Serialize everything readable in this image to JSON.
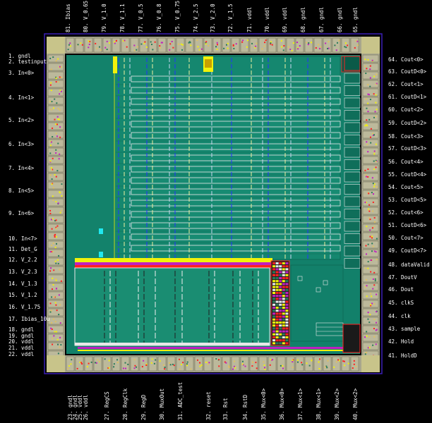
{
  "pins_left": [
    "1. gndl",
    "2. testinput",
    "3. In<0>",
    "4. In<1>",
    "5. In<2>",
    "6. In<3>",
    "7. In<4>",
    "8. In<5>",
    "9. In<6>",
    "10. In<7>",
    "11. Det_G",
    "12. V_2.2",
    "13. V_2.3",
    "14. V_1.3",
    "15. V_1.2",
    "16. V_1.75",
    "17. Ibias_10u",
    "18. gndl",
    "19. gndl",
    "20. vddl",
    "21. vddl",
    "22. vddl"
  ],
  "pins_right": [
    "64. Cout<0>",
    "63. CoutD<0>",
    "62. Cout<1>",
    "61. CoutD<1>",
    "60. Cout<2>",
    "59. CoutD<2>",
    "58. Cout<3>",
    "57. CoutD<3>",
    "56. Cout<4>",
    "55. CoutD<4>",
    "54. Cout<5>",
    "53. CoutD<5>",
    "52. Cout<6>",
    "51. CoutD<6>",
    "50. Cout<7>",
    "49. CoutD<7>",
    "48. dataValid",
    "47. DoutV",
    "46. Dout",
    "45. clkS",
    "44. clk",
    "43. sample",
    "42. Hold",
    "41. HoldD"
  ],
  "pins_top": [
    "81. Ibias",
    "80. V_0.65",
    "79. V_1.0",
    "78. V_1.1",
    "77. V_0.5",
    "76. V_0.8",
    "75. V_0.75",
    "74. V_2.5",
    "73. V_2.0",
    "72. V_1.5",
    "71. vddl",
    "70. vddl",
    "69. vddl",
    "68. gndl",
    "67. gndl",
    "66. gndl",
    "65. gndl"
  ],
  "pins_bottom": [
    "23. gndl",
    "24. gndl",
    "25. vddl",
    "26. vddl",
    "27. RegCS",
    "28. RegClk",
    "29. RegD",
    "30. MuxOut",
    "31. ADC_test",
    "32. reset",
    "33. Rst",
    "34. RstD",
    "35. Mux<0>",
    "36. Mux<0>",
    "37. Mux<1>",
    "38. Mux<1>",
    "39. Mux<2>",
    "40. Mux<2>"
  ],
  "colors": {
    "background": "#000000",
    "core": "#12806a",
    "pad_ring": "#b9b79e",
    "boundary": "#3a1fb6",
    "label": "#ffffff",
    "metal_white": "#e8e8e8",
    "metal_blue": "#2430ff",
    "metal_yellow": "#f2f20a",
    "metal_red": "#ff2020",
    "metal_magenta": "#c020c0",
    "metal_cyan": "#20e8f0"
  }
}
